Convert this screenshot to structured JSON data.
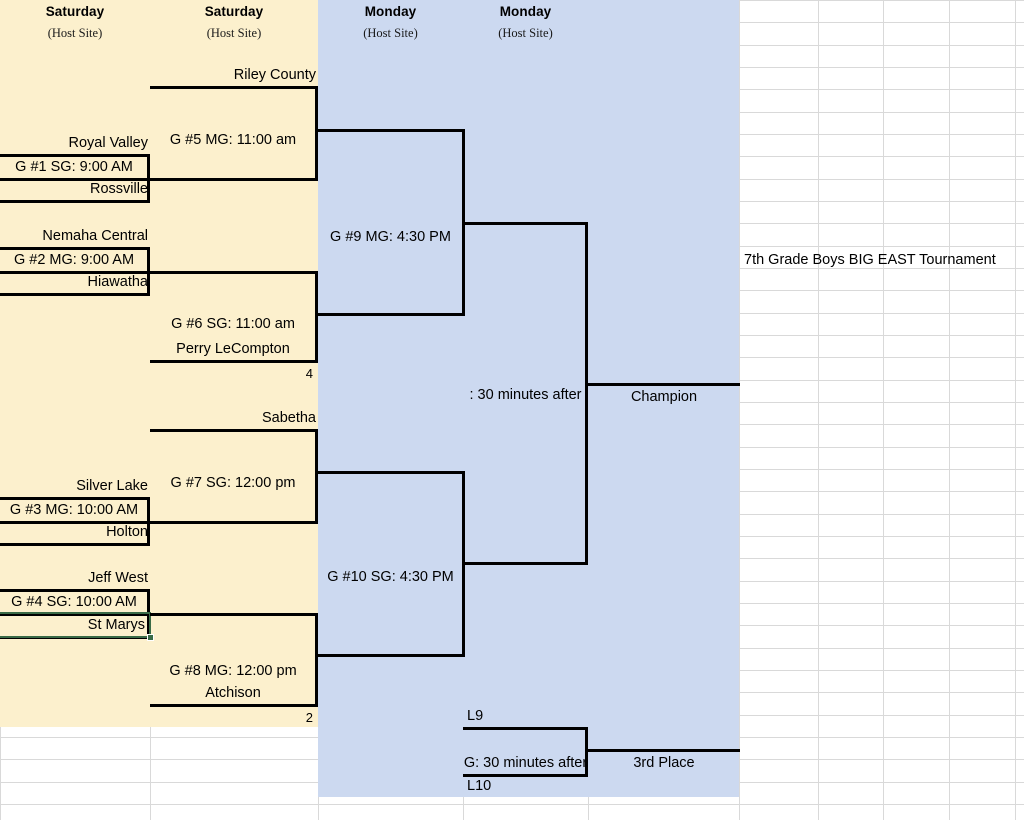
{
  "document": {
    "title": "7th Grade Boys BIG EAST Tournament",
    "colors": {
      "day_band_round1": "#fcf0cd",
      "day_band_round3": "#ccd9f0",
      "bracket_line": "#000000",
      "grid_line": "#d9d9d9",
      "selection_border": "#3a6b47",
      "sheet_background": "#ffffff"
    }
  },
  "headers": [
    {
      "day": "Saturday",
      "site": "(Host Site)"
    },
    {
      "day": "Saturday",
      "site": "(Host Site)"
    },
    {
      "day": "Monday",
      "site": "(Host Site)"
    },
    {
      "day": "Monday",
      "site": "(Host Site)"
    }
  ],
  "round1": {
    "games": [
      {
        "id": "G #1",
        "label": "G #1 SG:  9:00 AM",
        "top_team": "Royal Valley",
        "bottom_team": "Rossville"
      },
      {
        "id": "G #2",
        "label": "G #2 MG:  9:00 AM",
        "top_team": "Nemaha Central",
        "bottom_team": "Hiawatha"
      },
      {
        "id": "G #3",
        "label": "G #3 MG:  10:00 AM",
        "top_team": "Silver Lake",
        "bottom_team": "Holton"
      },
      {
        "id": "G #4",
        "label": "G #4 SG:  10:00 AM",
        "top_team": "Jeff West",
        "bottom_team": "St Marys"
      }
    ]
  },
  "round2": {
    "games": [
      {
        "id": "G #5",
        "label": "G #5 MG:  11:00 am",
        "top_team": "Riley County",
        "bottom_team": "",
        "seed": ""
      },
      {
        "id": "G #6",
        "label": "G #6 SG:  11:00 am",
        "top_team": "",
        "bottom_team": "Perry LeCompton",
        "seed": "4"
      },
      {
        "id": "G #7",
        "label": "G #7 SG:  12:00 pm",
        "top_team": "Sabetha",
        "bottom_team": "",
        "seed": ""
      },
      {
        "id": "G #8",
        "label": "G #8 MG:  12:00 pm",
        "top_team": "",
        "bottom_team": "Atchison",
        "seed": "2"
      }
    ]
  },
  "round3": {
    "games": [
      {
        "id": "G #9",
        "label": "G #9 MG:  4:30 PM"
      },
      {
        "id": "G #10",
        "label": "G #10 SG:  4:30 PM"
      }
    ]
  },
  "final": {
    "label": ":  30 minutes after",
    "outcome": "Champion"
  },
  "consolation": {
    "top_team": "L9",
    "label": "G:  30 minutes after",
    "bottom_team": "L10",
    "outcome": "3rd Place"
  },
  "selection": {
    "active_cell_value": "St Marys"
  }
}
